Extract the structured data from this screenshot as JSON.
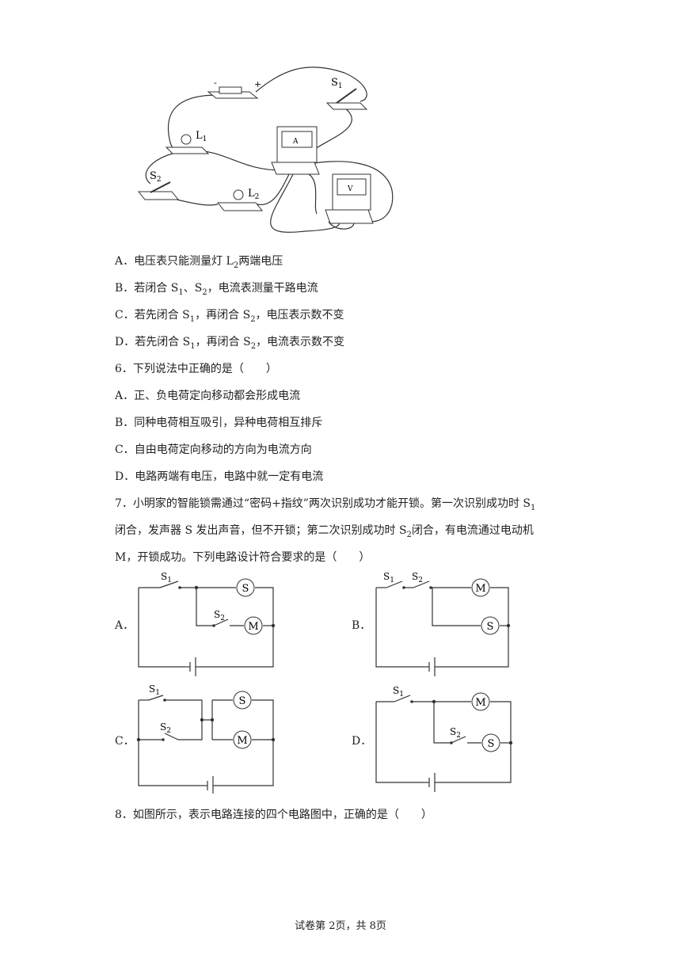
{
  "q5": {
    "diagram_labels": {
      "battery_minus": "-",
      "battery_plus": "+",
      "s1": "S",
      "s1_sub": "1",
      "l1": "L",
      "l1_sub": "1",
      "s2": "S",
      "s2_sub": "2",
      "l2": "L",
      "l2_sub": "2",
      "ammeter": "A",
      "voltmeter": "V"
    },
    "options": [
      {
        "pre": "A．电压表只能测量灯 L",
        "sub": "2",
        "post": "两端电压"
      },
      {
        "pre": "B．若闭合 S",
        "sub": "1",
        "mid": "、S",
        "sub2": "2",
        "post": "，电流表测量干路电流"
      },
      {
        "pre": "C．若先闭合 S",
        "sub": "1",
        "mid": "，再闭合 S",
        "sub2": "2",
        "post": "，电压表示数不变"
      },
      {
        "pre": "D．若先闭合 S",
        "sub": "1",
        "mid": "，再闭合 S",
        "sub2": "2",
        "post": "，电流表示数不变"
      }
    ]
  },
  "q6": {
    "stem": "6．下列说法中正确的是（　　）",
    "options": [
      "A．正、负电荷定向移动都会形成电流",
      "B．同种电荷相互吸引，异种电荷相互排斥",
      "C．自由电荷定向移动的方向为电流方向",
      "D．电路两端有电压，电路中就一定有电流"
    ]
  },
  "q7": {
    "line1_pre": "7．小明家的智能锁需通过“密码+指纹”两次识别成功才能开锁。第一次识别成功时 S",
    "line1_sub": "1",
    "line2_pre": "闭合，发声器 S 发出声音，但不开锁；第二次识别成功时 S",
    "line2_sub": "2",
    "line2_post": "闭合，有电流通过电动机",
    "line3": "M，开锁成功。下列电路设计符合要求的是（　　）",
    "option_labels": [
      "A．",
      "B．",
      "C．",
      "D．"
    ],
    "sym": {
      "s": "S",
      "m": "M",
      "sw": "S",
      "sub1": "1",
      "sub2": "2"
    }
  },
  "q8": {
    "stem": "8．如图所示，表示电路连接的四个电路图中，正确的是（　　）"
  },
  "footer": "试卷第 2页，共 8页"
}
